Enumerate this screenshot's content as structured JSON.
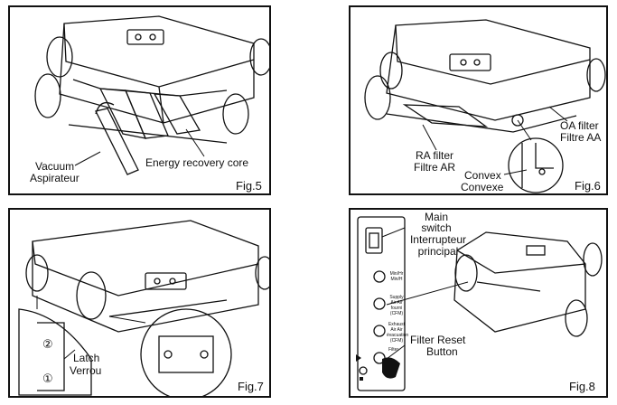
{
  "fig5": {
    "figure_label": "Fig.5",
    "vacuum_en": "Vacuum",
    "vacuum_fr": "Aspirateur",
    "core_label": "Energy recovery core"
  },
  "fig6": {
    "figure_label": "Fig.6",
    "oa_en": "OA filter",
    "oa_fr": "Filtre AA",
    "ra_en": "RA filter",
    "ra_fr": "Filtre AR",
    "convex_en": "Convex",
    "convex_fr": "Convexe"
  },
  "fig7": {
    "figure_label": "Fig.7",
    "latch_en": "Latch",
    "latch_fr": "Verrou",
    "step1": "①",
    "step2": "②"
  },
  "fig8": {
    "figure_label": "Fig.8",
    "main_switch_en_1": "Main",
    "main_switch_en_2": "switch",
    "main_switch_fr_1": "Interrupteur",
    "main_switch_fr_2": "principal",
    "filter_reset_1": "Filter Reset",
    "filter_reset_2": "Button",
    "control_panel": {
      "knob1_label": "Min/Hr Min/H",
      "knob2_label": "Supply Air Air fourni (CFM)",
      "knob3_label": "Exhaust Air Air évacuation (CFM)",
      "filter_button_label": "Filter"
    }
  }
}
